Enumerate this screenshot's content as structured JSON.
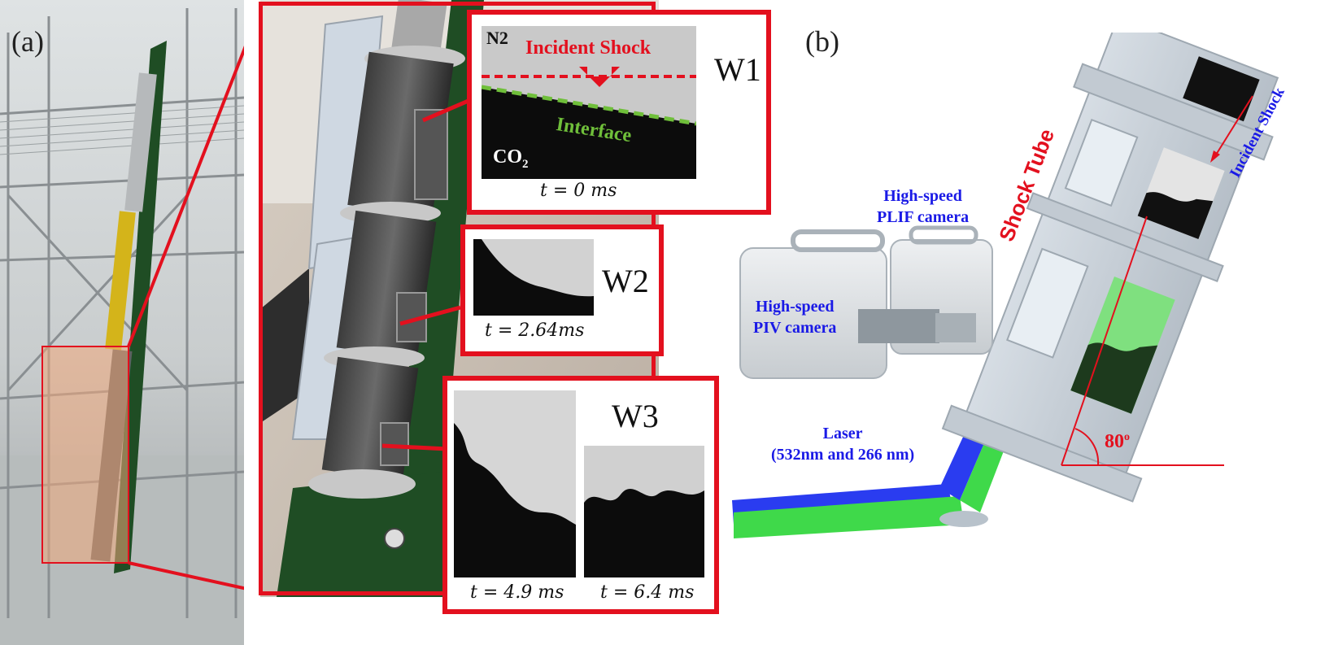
{
  "panel_a": {
    "label": "(a)",
    "windows": [
      {
        "id": "W1",
        "label": "W1",
        "time_label": "t = 0 ms",
        "annotations": {
          "gas_top": "N2",
          "shock": "Incident Shock",
          "interface": "Interface",
          "gas_bottom": "CO",
          "gas_bottom_sub": "2"
        }
      },
      {
        "id": "W2",
        "label": "W2",
        "time_label": "t = 2.64ms"
      },
      {
        "id": "W3",
        "label": "W3",
        "time_labels": [
          "t = 4.9 ms",
          "t = 6.4 ms"
        ]
      }
    ]
  },
  "panel_b": {
    "label": "(b)",
    "shock_tube_label": "Shock Tube",
    "incident_shock_label": "Incident Shock",
    "plif_camera_label": [
      "High-speed",
      "PLIF camera"
    ],
    "piv_camera_label": [
      "High-speed",
      "PIV camera"
    ],
    "laser_label": [
      "Laser",
      "(532nm and 266 nm)"
    ],
    "angle_label": "80",
    "angle_unit": "o"
  },
  "colors": {
    "frame_red": "#e3101e",
    "label_blue": "#1a1ae6",
    "interface_green": "#6fbf3a",
    "tower_green": "#1f4d24",
    "laser_green": "#3fd94a",
    "laser_blue": "#2a3cf0"
  }
}
